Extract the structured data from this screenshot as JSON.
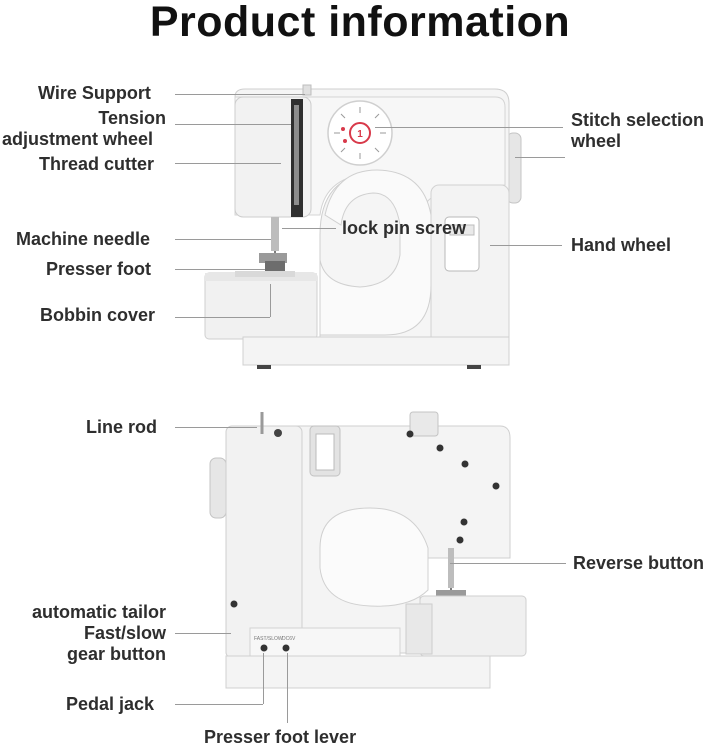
{
  "title": "Product information",
  "labels": {
    "wire_support": "Wire Support",
    "tension_line1": "Tension",
    "tension_line2": "adjustment wheel",
    "thread_cutter": "Thread cutter",
    "machine_needle": "Machine needle",
    "presser_foot": "Presser foot",
    "bobbin_cover": "Bobbin cover",
    "lock_pin_screw": "lock pin screw",
    "stitch_line1": "Stitch selection",
    "stitch_line2": "wheel",
    "hand_wheel": "Hand wheel",
    "line_rod": "Line rod",
    "reverse_button": "Reverse button",
    "auto_line1": "automatic tailor",
    "auto_line2": "Fast/slow",
    "auto_line3": "gear button",
    "pedal_jack": "Pedal jack",
    "presser_foot_lever": "Presser foot lever"
  },
  "colors": {
    "accent": "#d8394a",
    "body": "#f4f4f4",
    "outline": "#c9c9c9"
  }
}
